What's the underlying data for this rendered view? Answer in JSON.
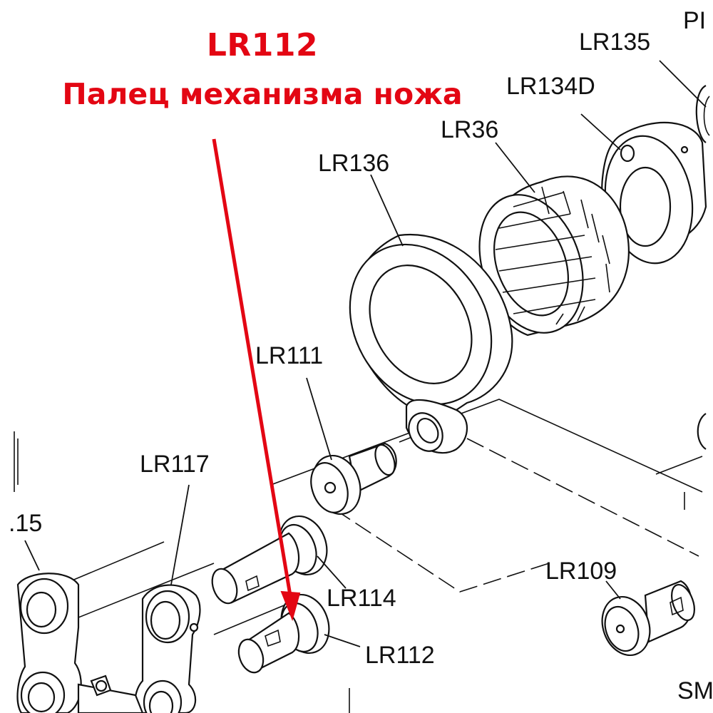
{
  "heading": {
    "part_code": "LR112",
    "part_name": "Палец механизма ножа"
  },
  "accent_color": "#e30613",
  "labels": {
    "lr135": "LR135",
    "lr134d": "LR134D",
    "lr36": "LR36",
    "lr136": "LR136",
    "lr111": "LR111",
    "lr117": "LR117",
    "lr115": ".15",
    "lr114": "LR114",
    "lr112": "LR112",
    "lr109": "LR109",
    "pl_partial": "PI",
    "sm_partial": "SM"
  }
}
